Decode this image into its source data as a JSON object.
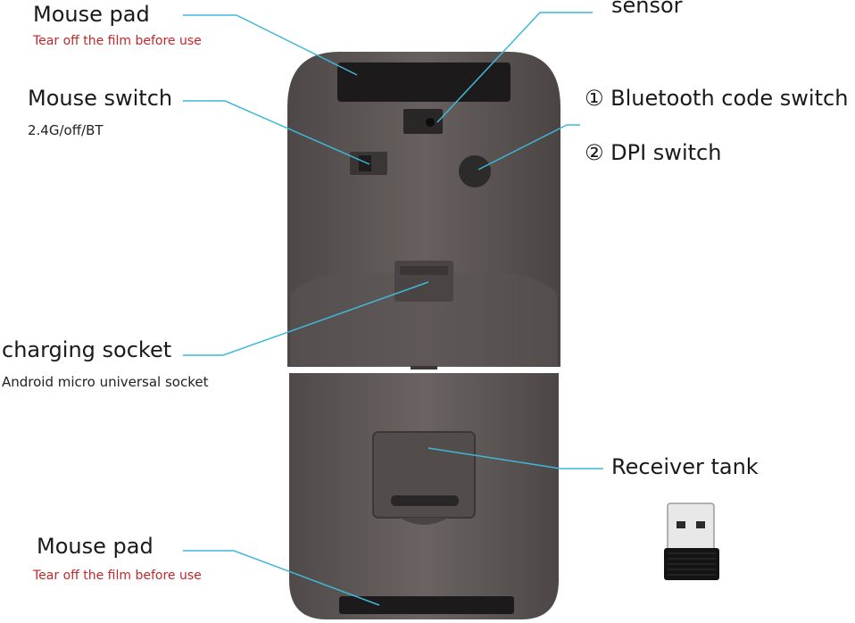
{
  "labels": {
    "mouse_pad_top": {
      "title": "Mouse pad",
      "note": "Tear off the film before use"
    },
    "sensor": {
      "title": "sensor"
    },
    "mouse_switch": {
      "title": "Mouse switch",
      "note": "2.4G/off/BT"
    },
    "bluetooth_code_switch": {
      "title": "① Bluetooth code switch"
    },
    "dpi_switch": {
      "title": "② DPI switch"
    },
    "charging_socket": {
      "title": "charging socket",
      "note": "Android micro universal socket"
    },
    "receiver_tank": {
      "title": "Receiver tank"
    },
    "mouse_pad_bottom": {
      "title": "Mouse pad",
      "note": "Tear off the film before use"
    }
  },
  "colors": {
    "body": "#5e5857",
    "body_dark": "#4a4544",
    "pad": "#1c1a1b",
    "callout_line": "#3fb8d8",
    "note_red": "#c0282a"
  }
}
